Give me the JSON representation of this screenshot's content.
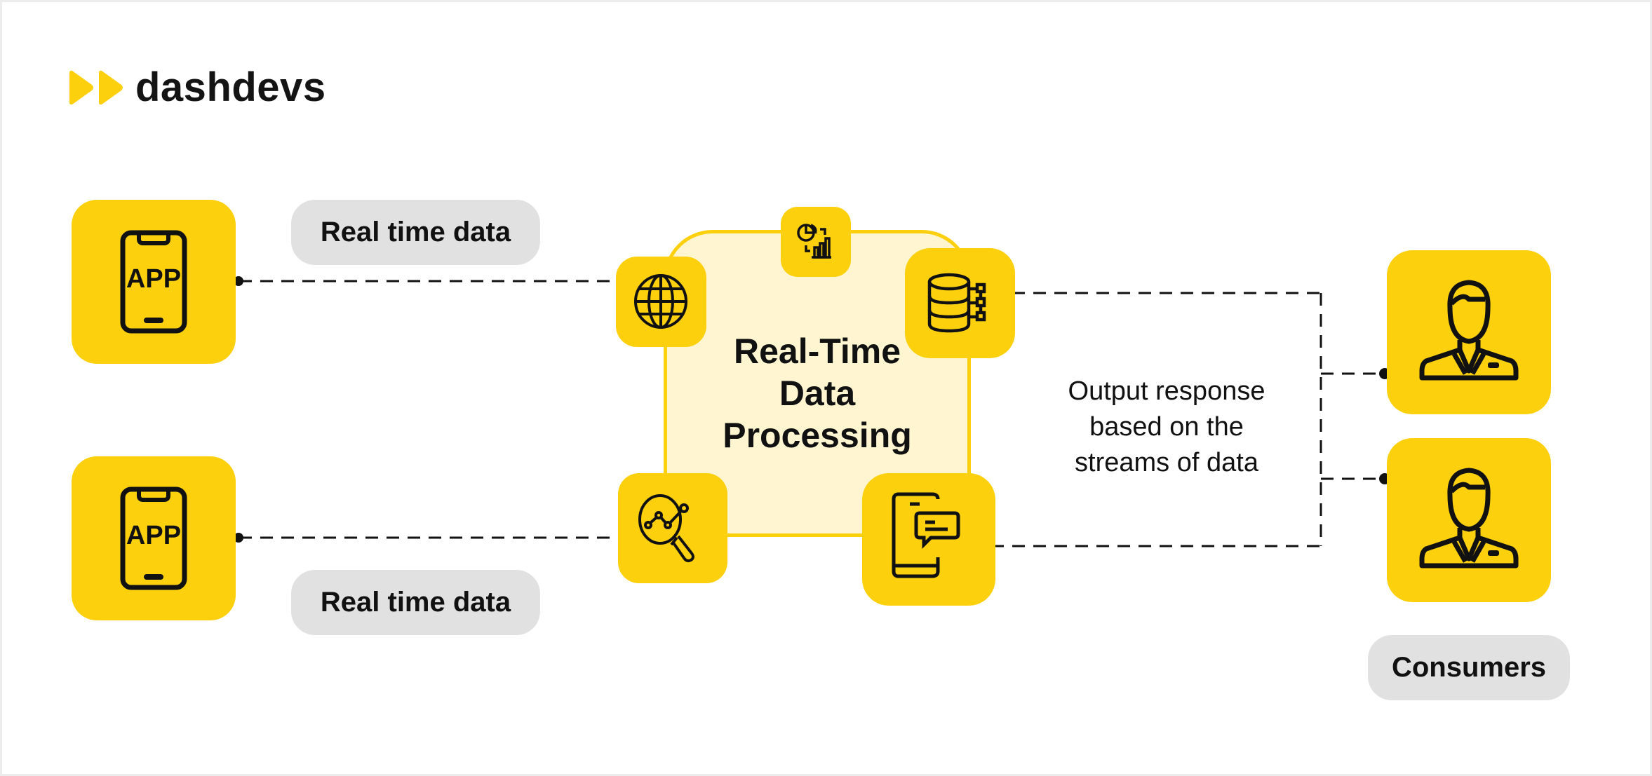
{
  "brand": {
    "name": "dashdevs",
    "accent_color": "#fdd00e",
    "logo_icon": "double-play-icon"
  },
  "sources": [
    {
      "icon": "mobile-app-icon",
      "icon_label": "APP",
      "label": "Real time data"
    },
    {
      "icon": "mobile-app-icon",
      "icon_label": "APP",
      "label": "Real time data"
    }
  ],
  "processing": {
    "title_lines": [
      "Real-Time",
      "Data",
      "Processing"
    ],
    "icons": [
      "globe-icon",
      "analytics-chart-icon",
      "database-network-icon",
      "search-analytics-icon",
      "mobile-chat-icon"
    ]
  },
  "output": {
    "text_lines": [
      "Output response",
      "based on the",
      "streams of data"
    ]
  },
  "consumers": {
    "icons": [
      "user-icon",
      "user-icon"
    ],
    "label": "Consumers"
  },
  "colors": {
    "tile": "#fdd00e",
    "center_fill": "#fff6d1",
    "pill": "#e1e1e1",
    "text": "#111111"
  }
}
